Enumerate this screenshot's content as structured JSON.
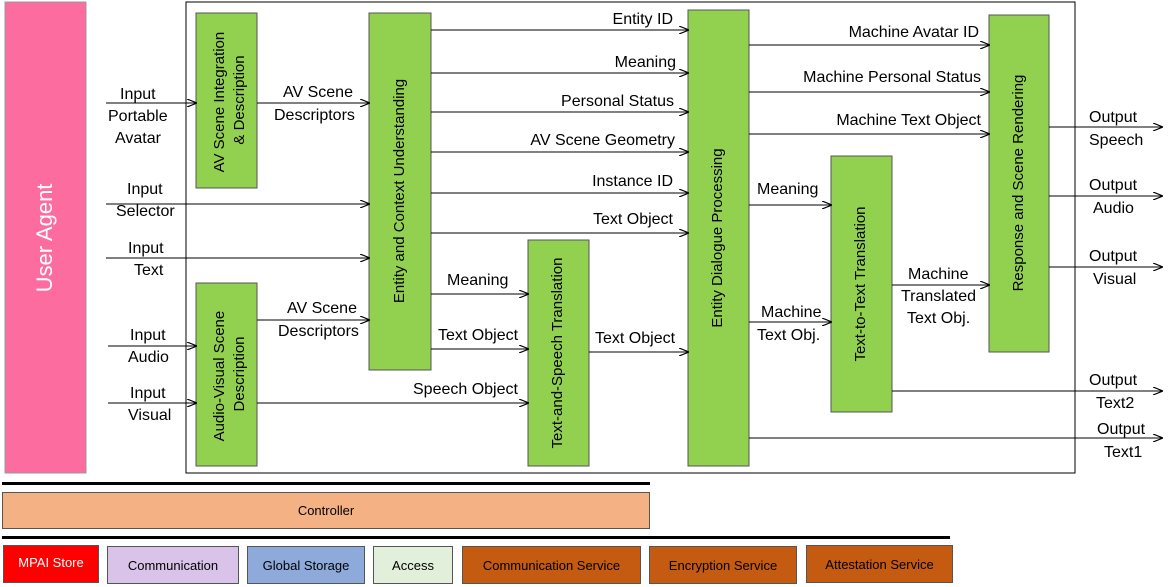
{
  "user_agent": "User Agent",
  "colors": {
    "user_agent": "#fd6c9e",
    "module": "#92d050",
    "controller": "#f4b183",
    "mpai_store": "#ff0000",
    "communication": "#d9c3e9",
    "global_storage": "#8eaadb",
    "access": "#e2efda",
    "service": "#c55a11"
  },
  "modules": {
    "av_scene_integration": [
      "AV Scene Integration",
      "& Description"
    ],
    "audio_visual_scene": [
      "Audio-Visual Scene",
      "Description"
    ],
    "entity_context": "Entity and Context Understanding",
    "text_speech_translation": "Text-and-Speech Translation",
    "entity_dialogue": "Entity Dialogue Processing",
    "text_text_translation": "Text-to-Text Translation",
    "response_scene": "Response and Scene Rendering"
  },
  "inputs": {
    "portable_avatar": [
      "Input",
      "Portable",
      "Avatar"
    ],
    "selector": [
      "Input",
      "Selector"
    ],
    "text": [
      "Input",
      "Text"
    ],
    "audio": [
      "Input",
      "Audio"
    ],
    "visual": [
      "Input",
      "Visual"
    ]
  },
  "outputs": {
    "speech": [
      "Output",
      "Speech"
    ],
    "audio": [
      "Output",
      "Audio"
    ],
    "visual": [
      "Output",
      "Visual"
    ],
    "text2": [
      "Output",
      "Text2"
    ],
    "text1": [
      "Output",
      "Text1"
    ]
  },
  "flows": {
    "av_descriptors_top": [
      "AV Scene",
      "Descriptors"
    ],
    "av_descriptors_bottom": [
      "AV Scene",
      "Descriptors"
    ],
    "entity_id": "Entity ID",
    "meaning_ecu": "Meaning",
    "personal_status": "Personal Status",
    "av_scene_geometry": "AV Scene Geometry",
    "instance_id": "Instance ID",
    "text_object_ecu": "Text Object",
    "meaning_tst": "Meaning",
    "text_object_tst": "Text Object",
    "speech_object": "Speech Object",
    "text_object_edp": "Text Object",
    "machine_avatar_id": "Machine Avatar ID",
    "machine_personal_status": "Machine Personal Status",
    "machine_text_object": "Machine Text  Object",
    "meaning_ttt": "Meaning",
    "machine_text_obj": [
      "Machine",
      "Text  Obj."
    ],
    "machine_translated": [
      "Machine",
      "Translated",
      "Text Obj."
    ]
  },
  "bottom": {
    "controller": "Controller",
    "mpai_store": "MPAI Store",
    "communication": "Communication",
    "global_storage": "Global Storage",
    "access": "Access",
    "communication_service": "Communication Service",
    "encryption_service": "Encryption Service",
    "attestation_service": "Attestation Service"
  }
}
